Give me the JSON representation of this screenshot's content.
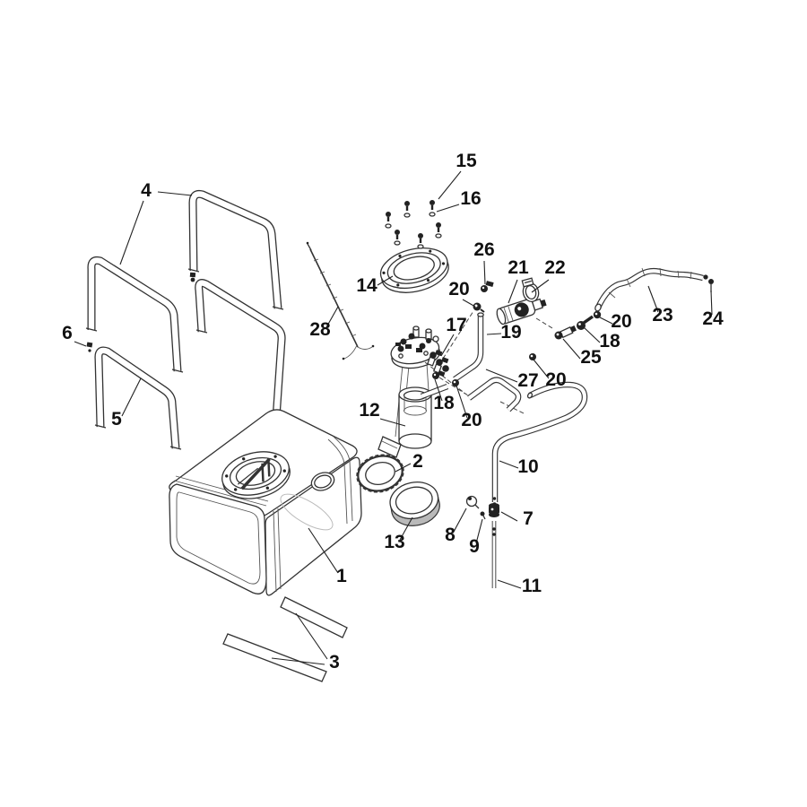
{
  "diagram": {
    "colors": {
      "background": "#ffffff",
      "line": "#333333",
      "label": "#111111"
    },
    "callouts": [
      {
        "label": "15"
      },
      {
        "label": "16"
      },
      {
        "label": "14"
      },
      {
        "label": "26"
      },
      {
        "label": "20"
      },
      {
        "label": "21"
      },
      {
        "label": "22"
      },
      {
        "label": "23"
      },
      {
        "label": "24"
      },
      {
        "label": "20"
      },
      {
        "label": "18"
      },
      {
        "label": "25"
      },
      {
        "label": "19"
      },
      {
        "label": "17"
      },
      {
        "label": "28"
      },
      {
        "label": "27"
      },
      {
        "label": "20"
      },
      {
        "label": "18"
      },
      {
        "label": "20"
      },
      {
        "label": "12"
      },
      {
        "label": "2"
      },
      {
        "label": "10"
      },
      {
        "label": "13"
      },
      {
        "label": "7"
      },
      {
        "label": "8"
      },
      {
        "label": "9"
      },
      {
        "label": "11"
      },
      {
        "label": "1"
      },
      {
        "label": "3"
      },
      {
        "label": "4"
      },
      {
        "label": "6"
      },
      {
        "label": "5"
      }
    ]
  }
}
